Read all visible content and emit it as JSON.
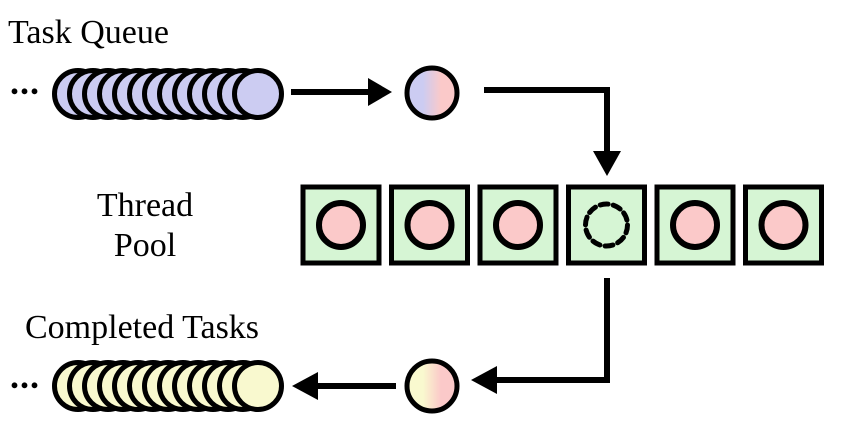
{
  "diagram": {
    "task_queue": {
      "label": "Task Queue",
      "ellipsis": "...",
      "count": 13
    },
    "thread_pool": {
      "label_line1": "Thread",
      "label_line2": "Pool",
      "workers": [
        "busy",
        "busy",
        "busy",
        "idle",
        "busy",
        "busy"
      ]
    },
    "completed_tasks": {
      "label": "Completed Tasks",
      "ellipsis": "...",
      "count": 13
    },
    "colors": {
      "queued_task": "#ccccf2",
      "running_task": "#fbc9c9",
      "completed_task": "#f9f9cf",
      "worker_background": "#d6f5d4",
      "outline": "#000000"
    }
  }
}
